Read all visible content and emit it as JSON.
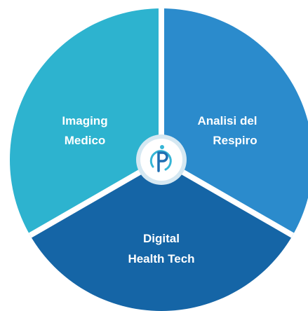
{
  "colors": {
    "segment_top_left": "#2db3cf",
    "segment_top_right": "#2b8bcc",
    "segment_bottom": "#1565a6",
    "divider": "#ffffff",
    "center_circle_bg": "#ffffff",
    "center_ring": "#d5e8f2",
    "logo_primary": "#1f6fb2",
    "logo_accent": "#35b5d6"
  },
  "segments": {
    "top_left": {
      "line1": "Imaging",
      "line2": "Medico"
    },
    "top_right": {
      "line1": "Analisi del",
      "line2": "Respiro"
    },
    "bottom": {
      "line1": "Digital",
      "line2": "Health Tech"
    }
  },
  "center": {
    "icon": "company-logo-icon"
  }
}
